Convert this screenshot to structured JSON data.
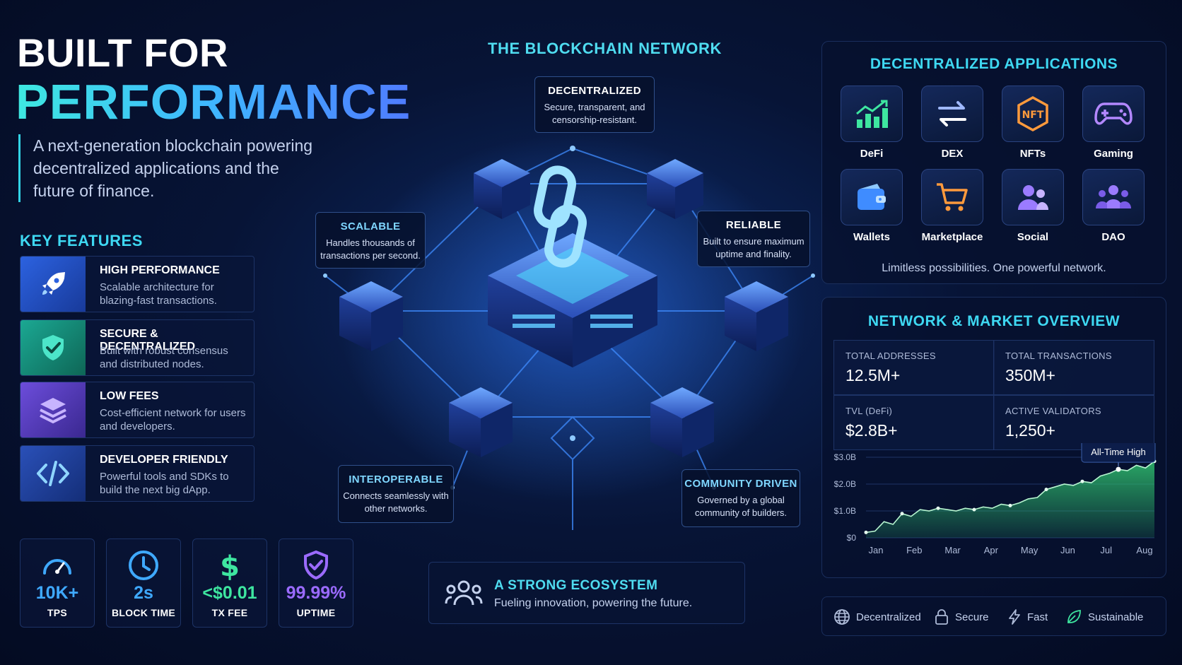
{
  "hero": {
    "line1": "BUILT FOR",
    "line2": "PERFORMANCE",
    "subtitle": "A next-generation blockchain powering decentralized applications and the future of finance."
  },
  "key_features": {
    "title": "KEY FEATURES",
    "items": [
      {
        "title": "HIGH PERFORMANCE",
        "desc": "Scalable architecture for blazing-fast transactions.",
        "icon": "rocket-icon",
        "color": "#2b5fd9"
      },
      {
        "title": "SECURE & DECENTRALIZED",
        "desc": "Built with robust consensus and distributed nodes.",
        "icon": "shield-check-icon",
        "color": "#1a9e8c"
      },
      {
        "title": "LOW FEES",
        "desc": "Cost-efficient network for users and developers.",
        "icon": "layers-icon",
        "color": "#6a4bd8"
      },
      {
        "title": "DEVELOPER FRIENDLY",
        "desc": "Powerful tools and SDKs to build the next big dApp.",
        "icon": "code-icon",
        "color": "#2a4fb0"
      }
    ]
  },
  "stats": [
    {
      "value": "10K+",
      "label": "TPS",
      "icon": "speedometer-icon",
      "color": "#3fa9ff"
    },
    {
      "value": "2s",
      "label": "BLOCK TIME",
      "icon": "clock-icon",
      "color": "#3fa9ff"
    },
    {
      "value": "<$0.01",
      "label": "TX FEE",
      "icon": "dollar-icon",
      "color": "#3ee6a0"
    },
    {
      "value": "99.99%",
      "label": "UPTIME",
      "icon": "shield-check-icon",
      "color": "#9b6bff"
    }
  ],
  "network": {
    "title": "THE BLOCKCHAIN NETWORK",
    "callouts": {
      "decentralized": {
        "title": "DECENTRALIZED",
        "desc": "Secure, transparent, and censorship-resistant."
      },
      "scalable": {
        "title": "SCALABLE",
        "desc": "Handles thousands of transactions per second."
      },
      "reliable": {
        "title": "RELIABLE",
        "desc": "Built to ensure maximum uptime and finality."
      },
      "interoperable": {
        "title": "INTEROPERABLE",
        "desc": "Connects seamlessly with other networks."
      },
      "community": {
        "title": "COMMUNITY DRIVEN",
        "desc": "Governed by a global community of builders."
      }
    },
    "ecosystem": {
      "title": "A STRONG ECOSYSTEM",
      "desc": "Fueling innovation, powering the future."
    }
  },
  "dapps": {
    "title": "DECENTRALIZED APPLICATIONS",
    "items": [
      {
        "label": "DeFi",
        "icon": "chart-up-icon"
      },
      {
        "label": "DEX",
        "icon": "swap-arrows-icon"
      },
      {
        "label": "NFTs",
        "icon": "nft-hexagon-icon",
        "badge": "NFT"
      },
      {
        "label": "Gaming",
        "icon": "gamepad-icon"
      },
      {
        "label": "Wallets",
        "icon": "wallet-icon"
      },
      {
        "label": "Marketplace",
        "icon": "cart-icon"
      },
      {
        "label": "Social",
        "icon": "users-icon"
      },
      {
        "label": "DAO",
        "icon": "group-icon"
      }
    ],
    "footer": "Limitless possibilities. One powerful network."
  },
  "market": {
    "title": "NETWORK & MARKET OVERVIEW",
    "metrics": [
      {
        "label": "TOTAL ADDRESSES",
        "value": "12.5M+"
      },
      {
        "label": "TOTAL TRANSACTIONS",
        "value": "350M+"
      },
      {
        "label": "TVL (DeFi)",
        "value": "$2.8B+"
      },
      {
        "label": "ACTIVE VALIDATORS",
        "value": "1,250+"
      }
    ],
    "annotation": "All-Time High"
  },
  "chart_data": {
    "type": "area",
    "x": [
      "Jan",
      "Feb",
      "Mar",
      "Apr",
      "May",
      "Jun",
      "Jul",
      "Aug"
    ],
    "y_tick_labels": [
      "$0",
      "$1.0B",
      "$2.0B",
      "$3.0B"
    ],
    "ylim": [
      0,
      3.0
    ],
    "values": [
      0.2,
      0.25,
      0.6,
      0.5,
      0.9,
      0.8,
      1.05,
      1.0,
      1.1,
      1.05,
      1.0,
      1.1,
      1.05,
      1.15,
      1.1,
      1.25,
      1.2,
      1.3,
      1.45,
      1.5,
      1.8,
      1.9,
      2.0,
      1.95,
      2.1,
      2.05,
      2.3,
      2.4,
      2.55,
      2.5,
      2.7,
      2.6,
      2.85
    ],
    "annotation": {
      "label": "All-Time High",
      "at_index": 28
    },
    "color": "#2fbf6e"
  },
  "footer_badges": [
    {
      "label": "Decentralized",
      "icon": "globe-icon"
    },
    {
      "label": "Secure",
      "icon": "lock-icon"
    },
    {
      "label": "Fast",
      "icon": "bolt-icon"
    },
    {
      "label": "Sustainable",
      "icon": "leaf-icon"
    }
  ],
  "colors": {
    "accent_cyan": "#3ed8f2",
    "accent_blue": "#3fa9ff",
    "background": "#040b22"
  }
}
